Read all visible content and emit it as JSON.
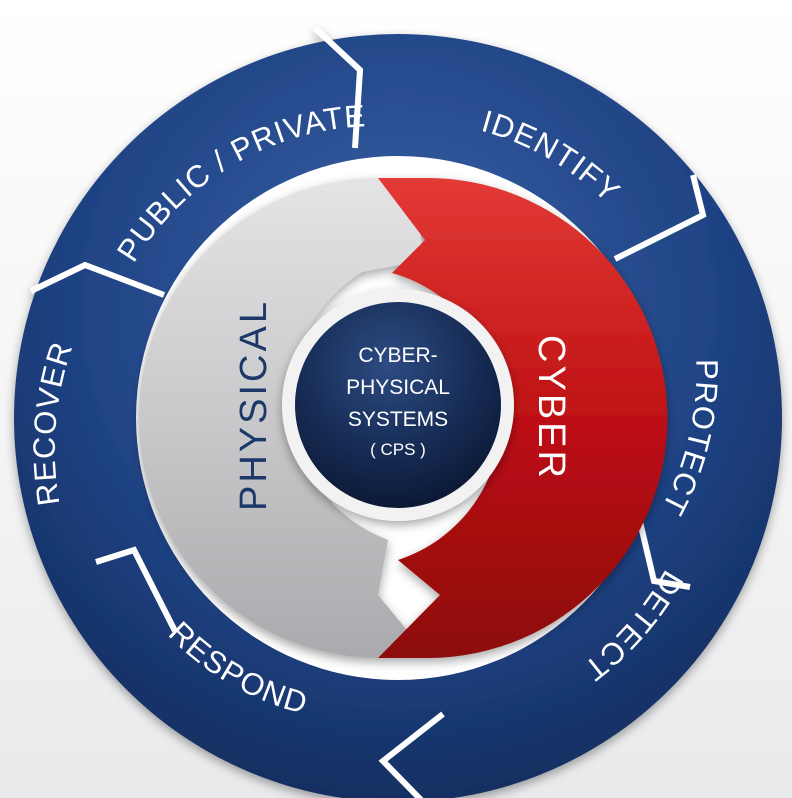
{
  "outer_ring": {
    "segments": [
      {
        "label": "IDENTIFY"
      },
      {
        "label": "PROTECT"
      },
      {
        "label": "DETECT"
      },
      {
        "label": "RESPOND"
      },
      {
        "label": "RECOVER"
      },
      {
        "label": "PUBLIC / PRIVATE"
      }
    ],
    "color": "#1c3f7e"
  },
  "inner_ring": {
    "physical": {
      "label": "PHYSICAL",
      "color": "#c9c9cb"
    },
    "cyber": {
      "label": "CYBER",
      "color": "#b80f12"
    }
  },
  "hub": {
    "lines": [
      "CYBER-",
      "PHYSICAL",
      "SYSTEMS",
      "( CPS )"
    ],
    "color": "#15294f"
  }
}
